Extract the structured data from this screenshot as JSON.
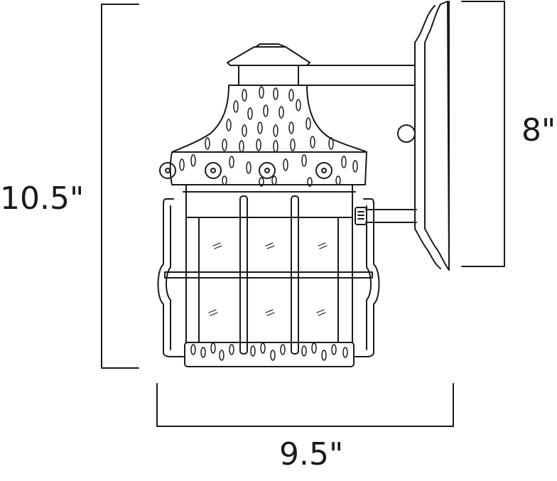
{
  "dimensions": {
    "height": "10.5\"",
    "backplate": "8\"",
    "width": "9.5\""
  }
}
